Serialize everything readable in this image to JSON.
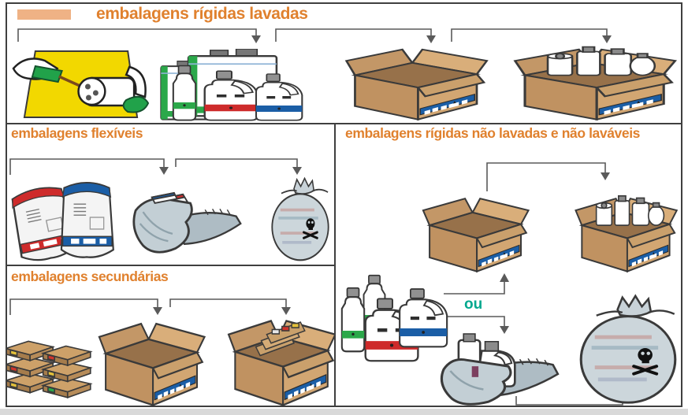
{
  "diagram": {
    "panels": {
      "rigid_washed": {
        "title": "embalagens rígidas lavadas"
      },
      "flexible": {
        "title": "embalagens flexíveis"
      },
      "secondary": {
        "title": "embalagens secundárias"
      },
      "rigid_unwashed": {
        "title": "embalagens rígidas não lavadas e não laváveis",
        "or_label": "ou"
      }
    },
    "illustrations": {
      "rigid_washed": [
        "triple-rinse-hands-illustration",
        "washed-containers-illustration",
        "empty-open-box-illustration",
        "box-with-containers-illustration"
      ],
      "flexible": [
        "flexible-pouches-illustration",
        "open-bag-with-packs-illustration",
        "tied-skull-bag-illustration"
      ],
      "secondary": [
        "flattened-boxes-stack-illustration",
        "empty-open-box-illustration",
        "box-with-flattened-boxes-illustration"
      ],
      "rigid_unwashed": [
        "empty-open-box-illustration",
        "box-with-unwashed-containers-illustration",
        "unwashed-containers-illustration",
        "open-bag-with-jugs-illustration",
        "tied-skull-bag-illustration"
      ]
    },
    "colors": {
      "title_orange": "#E0812E",
      "legend_bar": "#EFB285",
      "or_teal": "#00A88E",
      "frame_border": "#3F3F3F",
      "connector_gray": "#5A5A5A",
      "cardboard_tan": "#D2A672",
      "label_blue": "#1B5EA6",
      "band_red": "#CE2B2B",
      "band_green": "#2BA84A",
      "bag_gray": "#C9D3D8",
      "rinse_yellow": "#F2D800",
      "footer_strip": "#D9D9D9"
    }
  }
}
